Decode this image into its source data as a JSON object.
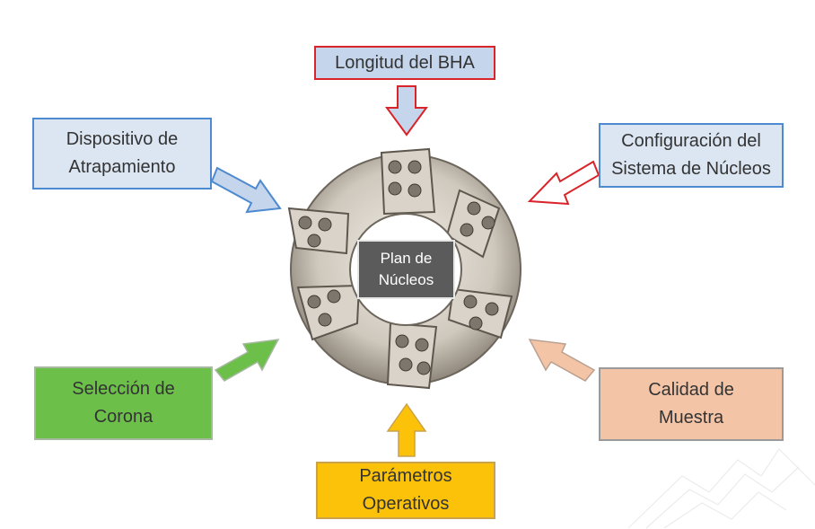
{
  "boxes": {
    "bha": "Longitud del BHA",
    "dispositivo": "Dispositivo de\nAtrapamiento",
    "configuracion": "Configuración del\nSistema de Núcleos",
    "seleccion": "Selección de\nCorona",
    "calidad": "Calidad de\nMuestra",
    "parametros": "Parámetros\nOperativos"
  },
  "center": {
    "label": "Plan de\nNúcleos"
  },
  "colors": {
    "red_border": "#d9242a",
    "blue_border": "#4e8ad0",
    "green_fill": "#6cc04a",
    "peach_fill": "#f4c4a6",
    "yellow_fill": "#fcc20a"
  }
}
